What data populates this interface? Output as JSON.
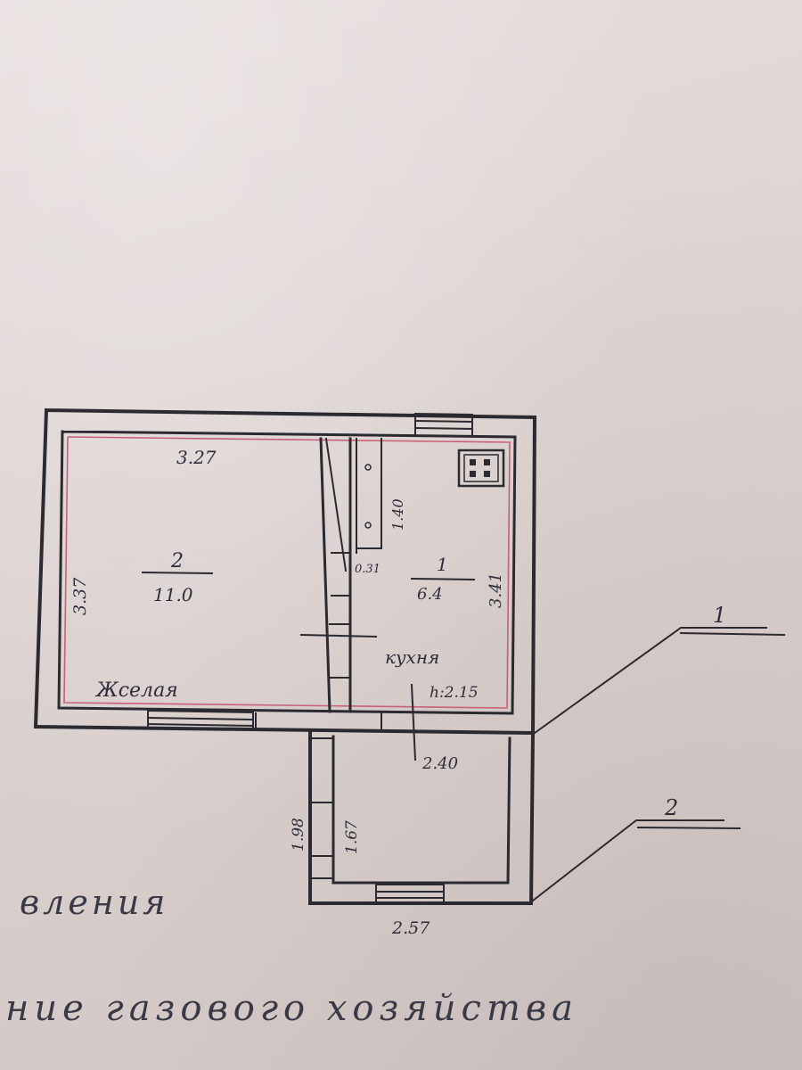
{
  "rooms": {
    "main": {
      "number": "2",
      "area": "11.0",
      "name": "Жселая",
      "width_label": "3.27",
      "height_label": "3.37"
    },
    "kitchen": {
      "number": "1",
      "area": "6.4",
      "name": "кухня",
      "height_label": "h:2.15",
      "side_label": "3.41",
      "closet_label": "1.40",
      "closet_width": "0.31"
    },
    "annex": {
      "width_label": "2.40",
      "outer_height_label": "1.98",
      "inner_height_label": "1.67",
      "bottom_label": "2.57"
    }
  },
  "callouts": {
    "one": "1",
    "two": "2"
  },
  "captions": {
    "line1": "вления",
    "line2": "ние газового хозяйства"
  },
  "colors": {
    "ink": "#2a2a30",
    "inner_outline": "#c8607a",
    "paper": "#ded6d4"
  }
}
